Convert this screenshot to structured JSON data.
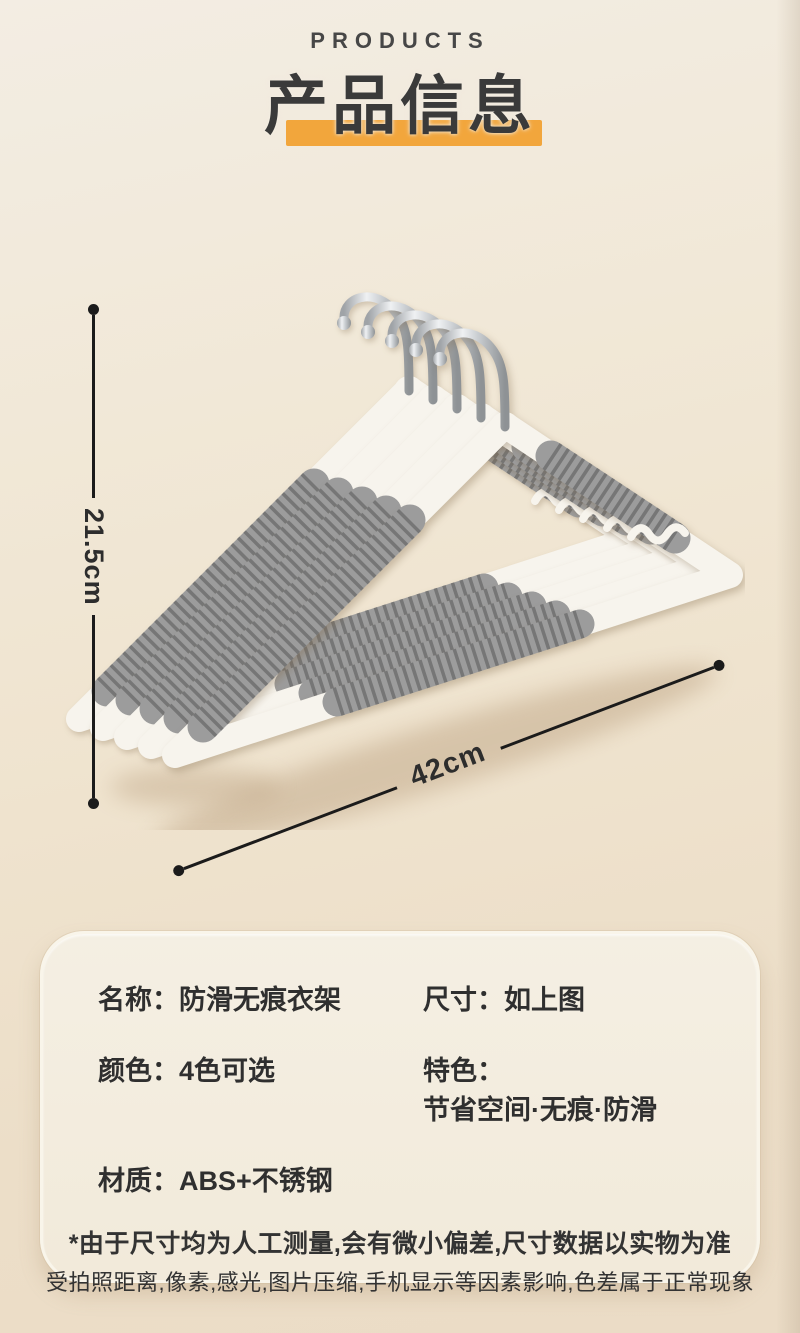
{
  "header": {
    "eyebrow": "PRODUCTS",
    "title": "产品信息"
  },
  "figure": {
    "height_label": "21.5cm",
    "width_label": "42cm"
  },
  "specs": {
    "cells": [
      {
        "label": "名称：",
        "value": "防滑无痕衣架"
      },
      {
        "label": "尺寸：",
        "value": "如上图"
      },
      {
        "label": "颜色：",
        "value": "4色可选"
      },
      {
        "label": "特色：",
        "value": "节省空间·无痕·防滑"
      },
      {
        "label": "材质：",
        "value": "ABS+不锈钢"
      }
    ]
  },
  "footnotes": [
    "*由于尺寸均为人工测量,会有微小偏差,尺寸数据以实物为准",
    "受拍照距离,像素,感光,图片压缩,手机显示等因素影响,色差属于正常现象"
  ],
  "colors": {
    "accent": "#F2A63C",
    "title_text": "#3A3A3A",
    "body_text": "#2F2F2F",
    "background_top": "#F3EDE3",
    "background_bottom": "#EBDCC6",
    "dimension_line": "#1B1B1B",
    "hanger_body": "#F7F4ED",
    "hanger_pad": "#9C9C9C"
  }
}
